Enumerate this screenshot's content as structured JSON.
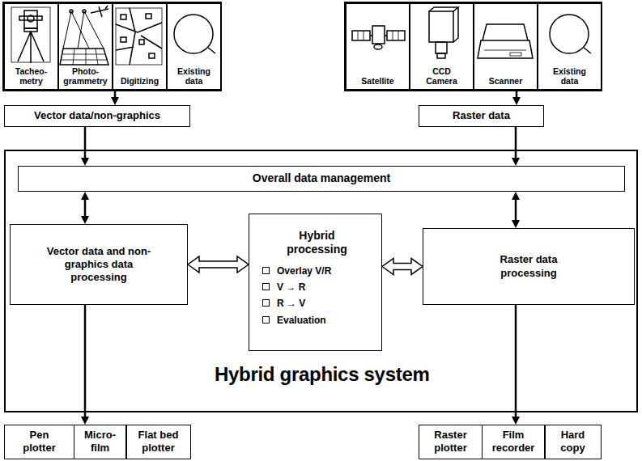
{
  "diagram": {
    "nodes": [
      {
        "text": [
          "Tacheo- metry"
        ]
      },
      {
        "text": [
          "Photo- grammetry"
        ]
      },
      {
        "text": [
          "Digitizing"
        ]
      },
      {
        "text": [
          "Existing data"
        ]
      },
      {
        "text": [
          "Satellite"
        ]
      },
      {
        "text": [
          "CCD Camera"
        ]
      },
      {
        "text": [
          "Scanner"
        ]
      },
      {
        "text": [
          "Existing data"
        ]
      },
      {
        "text": [
          "Vector data/non-graphics"
        ]
      },
      {
        "text": [
          "Raster data"
        ]
      },
      {
        "text": [
          "Hybrid graphics system"
        ]
      },
      {
        "text": [
          "Overall data management"
        ],
        "in": 10
      },
      {
        "text": [
          "Vector data and non-graphics data processing"
        ],
        "in": 10
      },
      {
        "text": [
          "Hybrid processing",
          "Overlay V/R",
          "V → R",
          "R → V",
          "Evaluation"
        ],
        "in": 10
      },
      {
        "text": [
          "Raster data processing"
        ],
        "in": 10
      },
      {
        "text": [
          "Pen plotter"
        ]
      },
      {
        "text": [
          "Micro- film"
        ]
      },
      {
        "text": [
          "Flat bed plotter"
        ]
      },
      {
        "text": [
          "Raster plotter"
        ]
      },
      {
        "text": [
          "Film recorder"
        ]
      },
      {
        "text": [
          "Hard copy"
        ]
      }
    ],
    "edges": [
      {
        "from": 2,
        "to": 8,
        "arrow": "to"
      },
      {
        "from": 6,
        "to": 9,
        "arrow": "to"
      },
      {
        "from": 8,
        "to": 11,
        "arrow": "to"
      },
      {
        "from": 9,
        "to": 11,
        "arrow": "to"
      },
      {
        "from": 11,
        "to": 12,
        "arrow": "both"
      },
      {
        "from": 11,
        "to": 14,
        "arrow": "both"
      },
      {
        "from": 12,
        "to": 13,
        "arrow": "both"
      },
      {
        "from": 13,
        "to": 14,
        "arrow": "both"
      },
      {
        "from": 12,
        "to": 16,
        "arrow": "to"
      },
      {
        "from": 14,
        "to": 19,
        "arrow": "to"
      }
    ]
  }
}
